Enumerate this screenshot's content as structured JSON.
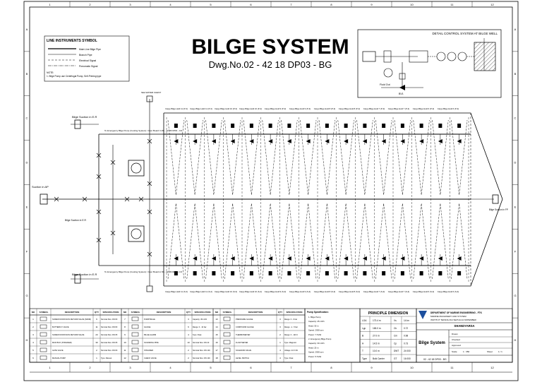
{
  "title": "BILGE SYSTEM",
  "drawing_number": "Dwg.No.02 - 42 18 DP03 - BG",
  "grid": {
    "columns": [
      "1",
      "2",
      "3",
      "4",
      "5",
      "6",
      "7",
      "8",
      "9",
      "10",
      "11",
      "12"
    ],
    "rows": [
      "A",
      "B",
      "C",
      "D",
      "E",
      "F",
      "G",
      "H"
    ]
  },
  "legend": {
    "heading": "LINE INSTRUMENTS SYMBOL",
    "items": [
      "Main Line Bilge Pipe",
      "Branch Pipe",
      "Electrical Signal",
      "Pneumatic Signal"
    ],
    "note_label": "NOTE:",
    "note": "1. Bilge Pump use Centrifugal Pump, Self-Priming type"
  },
  "detail": {
    "title": "DETAIL CONTROL SYSTEM AT BILGE WELL",
    "flow_label": "Fluid Out",
    "valve_label": "BV1"
  },
  "hull_labels": {
    "suction_ap": "Suction in AP",
    "suction_er": "Bilge Suction in E.R",
    "suction_er2": "Bilge Suction in E.R",
    "suction_sb": "Bilge Suction in E.R",
    "overboard": "To Emergency Bilge Pump (Cooling System) / Over Board In 80 - 42 18 DP03 - CO",
    "overboard2": "To Emergency Bilge Pump (Cooling System) / Over Board in 80 - 42 18 DP03 - CO",
    "fp_label": "Bilge Suction in FP",
    "sea_chest": "SEA WATER CHEST"
  },
  "hold_top": [
    "Cargo Bilge Hold 11 (P-3)",
    "Cargo Bilge Hold 11 (P-4)",
    "Cargo Bilge Hold 10 (P-3)",
    "Cargo Bilge Hold 10 (P-4)",
    "Cargo Bilge Hold 9 (P-3)",
    "Cargo Bilge Hold 9 (P-4)",
    "Cargo Bilge Hold 8 (P-3)",
    "Cargo Bilge Hold 8 (P-4)",
    "Cargo Bilge Hold 7 (P-3)",
    "Cargo Bilge Hold 7 (P-4)",
    "Cargo Bilge Hold 6 (P-3)",
    "Cargo Bilge Hold 6 (P-4)"
  ],
  "hold_bottom": [
    "Cargo Bilge Hold 11 (S-3)",
    "Cargo Bilge Hold 11 (S-4)",
    "Cargo Bilge Hold 10 (S-3)",
    "Cargo Bilge Hold 10 (S-4)",
    "Cargo Bilge Hold 9 (S-3)",
    "Cargo Bilge Hold 9 (S-4)",
    "Cargo Bilge Hold 8 (S-3)",
    "Cargo Bilge Hold 8 (S-4)",
    "Cargo Bilge Hold 7 (S-3)",
    "Cargo Bilge Hold 7 (S-4)",
    "Cargo Bilge Hold 6 (S-3)",
    "Cargo Bilge Hold 6 (S-4)"
  ],
  "equipment_table": {
    "headers": [
      "NO",
      "SYMBOL",
      "DESCRIPTION",
      "QTY",
      "SPECIFICATION"
    ],
    "col_a": [
      [
        "1",
        "SCREW DOWN NON RETURN VALVE (SDNR)",
        "9",
        "Nominal Size: DN 80"
      ],
      [
        "2",
        "BUTTERFLY VALVE",
        "11",
        "Nominal Size: DN 80"
      ],
      [
        "3",
        "SCREW DOWN NON RETURN VALVE",
        "23",
        "Nominal Size: DN 65"
      ],
      [
        "4",
        "MUD BOX (STRAINER)",
        "30",
        "Nominal Size: DN 65"
      ],
      [
        "5",
        "GATE VALVE",
        "2",
        "Nominal Size: DN 80"
      ],
      [
        "6",
        "MANUAL PUMP",
        "1",
        "Type: Manual"
      ]
    ],
    "col_b": [
      [
        "7",
        "PUMP BILGE",
        "3",
        "Capacity: 45 m3/h"
      ],
      [
        "8",
        "GAUGE",
        "6",
        "Range: 0 - 10 bar"
      ],
      [
        "9",
        "BILGE ALARM",
        "4",
        "Type: Float"
      ],
      [
        "10",
        "SOUNDING PIPE",
        "10",
        "Nominal Size: DN 40"
      ],
      [
        "11",
        "STRAINER",
        "2",
        "Nominal Size: DN 100"
      ],
      [
        "12",
        "CHECK VALVE",
        "2",
        "Nominal Size: DN 100"
      ]
    ],
    "col_c": [
      [
        "13",
        "PRESSURE GAUGE",
        "3",
        "Range: 0 - 6 bar"
      ],
      [
        "14",
        "COMPOUND GAUGE",
        "3",
        "Range: -1 - 5 bar"
      ],
      [
        "15",
        "THERMOMETER",
        "2",
        "Range: 0 - 120 C"
      ],
      [
        "16",
        "FLOW METER",
        "1",
        "Type: Magnetic"
      ],
      [
        "17",
        "SOLENOID VALVE",
        "4",
        "Voltage: 24 V DC"
      ],
      [
        "18",
        "LEVEL SWITCH",
        "4",
        "Type: Float"
      ]
    ]
  },
  "pump_spec": {
    "heading": "Pump Specification:",
    "lines": [
      "1. Bilge Pump",
      "Capacity: 45 m3/h",
      "Head: 30 m",
      "Speed: 2900 rpm",
      "Power: 7.5 kW",
      "2. Emergency Bilge Pump",
      "Capacity: 30 m3/h",
      "Head: 25 m",
      "Speed: 2900 rpm",
      "Power: 5.5 kW"
    ]
  },
  "principle": {
    "heading": "PRINCIPLE DIMENSION",
    "rows": [
      [
        "LOA",
        "173.4 m",
        "Vs",
        "14 kn"
      ],
      [
        "Lpp",
        "165.0 m",
        "Cb",
        "0.72"
      ],
      [
        "B",
        "27.0 m",
        "Cm",
        "0.98"
      ],
      [
        "H",
        "14.5 m",
        "Cp",
        "0.73"
      ],
      [
        "T",
        "10.0 m",
        "DWT",
        "24 000"
      ],
      [
        "Type",
        "Bulk Carrier",
        "GT",
        "16 000"
      ]
    ]
  },
  "title_block": {
    "org_line1": "DEPARTMENT OF MARINE ENGINEERING - FTK",
    "org_line2": "MARINE MACHINERY AND SYSTEM",
    "org_line3": "INSTITUT TEKNOLOGI SEPULUH NOPEMBER",
    "ship_name": "SHANDYARSA",
    "drawing_title": "Bilge System",
    "drawn_by": "Drawn",
    "checked": "Checked",
    "approved": "Approved",
    "scale_label": "Scale",
    "scale": "1 : 350",
    "sheet_label": "Sheet",
    "sheet": "1 / 1",
    "dwg_no": "02 - 42 18 DP03 - BG"
  }
}
